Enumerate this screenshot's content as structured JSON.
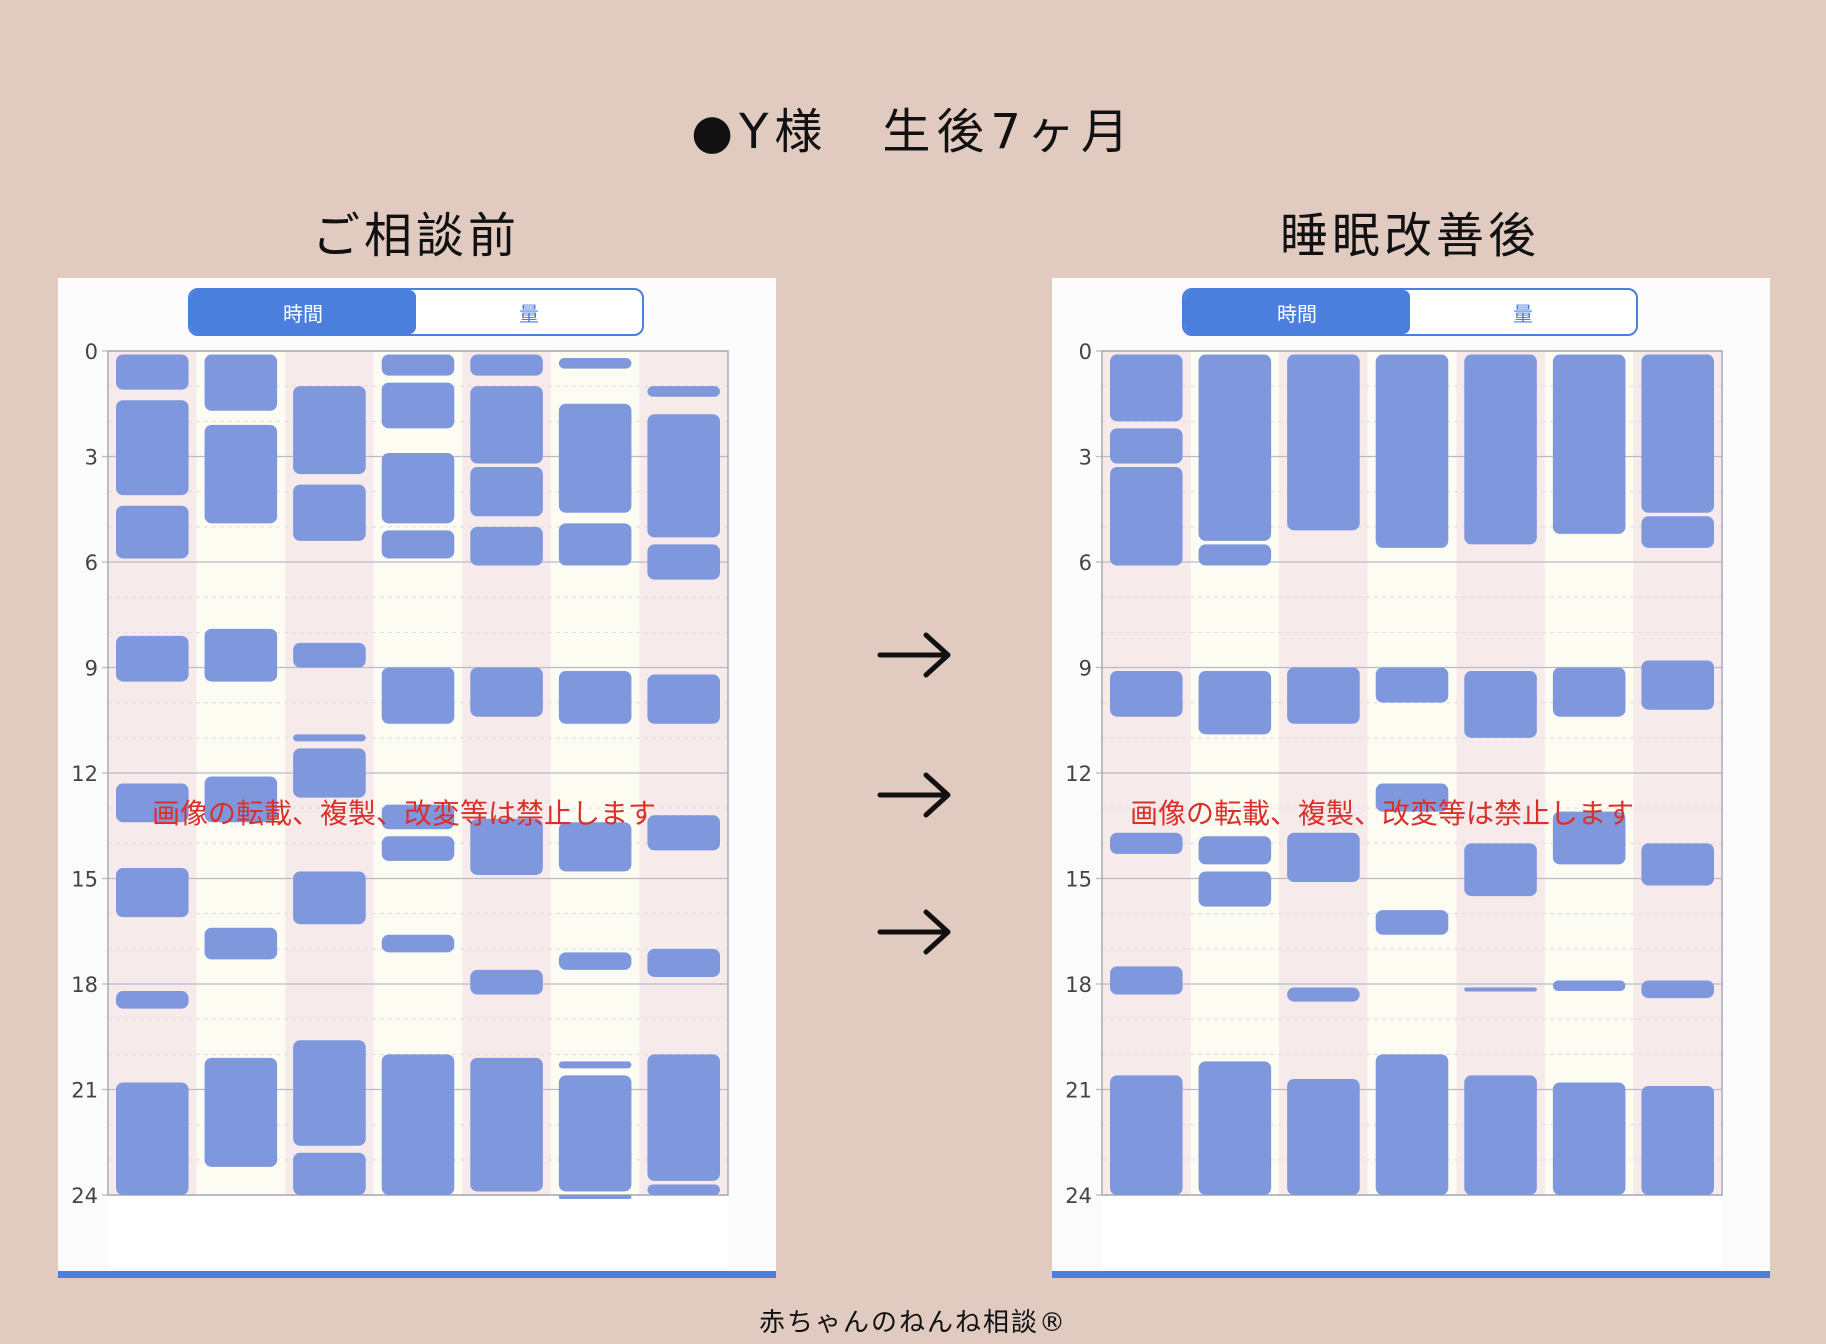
{
  "title": "●Y様　生後7ヶ月",
  "panels": {
    "before": {
      "heading": "ご相談前",
      "toggle": {
        "active": "時間",
        "inactive": "量"
      },
      "watermark": "画像の転載、複製、改変等は禁止します"
    },
    "after": {
      "heading": "睡眠改善後",
      "toggle": {
        "active": "時間",
        "inactive": "量"
      },
      "watermark": "画像の転載、複製、改変等は禁止します"
    }
  },
  "footer": "赤ちゃんのねんね相談®",
  "colors": {
    "background": "#e1cbc1",
    "sleep_block": "#7f97dc",
    "stripe_pink": "#f7eaea",
    "stripe_cream": "#fdfcf3",
    "accent": "#4a7fdd",
    "watermark": "#d9302a"
  },
  "chart_data": [
    {
      "type": "bar",
      "name_ref": "ご相談前",
      "y_axis": {
        "min": 0,
        "max": 24,
        "ticks": [
          0,
          3,
          6,
          9,
          12,
          15,
          18,
          21,
          24
        ],
        "reversed": true
      },
      "days": [
        [
          [
            0.1,
            1.1
          ],
          [
            1.4,
            4.1
          ],
          [
            4.4,
            5.9
          ],
          [
            8.1,
            9.4
          ],
          [
            12.3,
            13.4
          ],
          [
            14.7,
            16.1
          ],
          [
            18.2,
            18.7
          ],
          [
            20.8,
            24
          ]
        ],
        [
          [
            0.1,
            1.7
          ],
          [
            2.1,
            4.9
          ],
          [
            7.9,
            9.4
          ],
          [
            12.1,
            13.4
          ],
          [
            16.4,
            17.3
          ],
          [
            20.1,
            23.2
          ]
        ],
        [
          [
            1.0,
            3.5
          ],
          [
            3.8,
            5.4
          ],
          [
            8.3,
            9.0
          ],
          [
            10.9,
            11.1
          ],
          [
            11.3,
            12.7
          ],
          [
            14.8,
            16.3
          ],
          [
            19.6,
            22.6
          ],
          [
            22.8,
            24
          ]
        ],
        [
          [
            0.1,
            0.7
          ],
          [
            0.9,
            2.2
          ],
          [
            2.9,
            4.9
          ],
          [
            5.1,
            5.9
          ],
          [
            9.0,
            10.6
          ],
          [
            12.9,
            13.6
          ],
          [
            13.8,
            14.5
          ],
          [
            16.6,
            17.1
          ],
          [
            20.0,
            24
          ]
        ],
        [
          [
            0.1,
            0.7
          ],
          [
            1.0,
            3.2
          ],
          [
            3.3,
            4.7
          ],
          [
            5.0,
            6.1
          ],
          [
            9.0,
            10.4
          ],
          [
            13.3,
            14.9
          ],
          [
            17.6,
            18.3
          ],
          [
            20.1,
            23.9
          ]
        ],
        [
          [
            0.2,
            0.5
          ],
          [
            1.5,
            4.6
          ],
          [
            4.9,
            6.1
          ],
          [
            9.1,
            10.6
          ],
          [
            13.4,
            14.8
          ],
          [
            17.1,
            17.6
          ],
          [
            20.2,
            20.4
          ],
          [
            20.6,
            23.9
          ],
          [
            24.0,
            24.1
          ]
        ],
        [
          [
            1.0,
            1.3
          ],
          [
            1.8,
            5.3
          ],
          [
            5.5,
            6.5
          ],
          [
            9.2,
            10.6
          ],
          [
            13.2,
            14.2
          ],
          [
            17.0,
            17.8
          ],
          [
            20.0,
            23.6
          ],
          [
            23.7,
            24
          ]
        ]
      ]
    },
    {
      "type": "bar",
      "name_ref": "睡眠改善後",
      "y_axis": {
        "min": 0,
        "max": 24,
        "ticks": [
          0,
          3,
          6,
          9,
          12,
          15,
          18,
          21,
          24
        ],
        "reversed": true
      },
      "days": [
        [
          [
            0.1,
            2.0
          ],
          [
            2.2,
            3.2
          ],
          [
            3.3,
            6.1
          ],
          [
            9.1,
            10.4
          ],
          [
            13.7,
            14.3
          ],
          [
            17.5,
            18.3
          ],
          [
            20.6,
            24
          ]
        ],
        [
          [
            0.1,
            5.4
          ],
          [
            5.5,
            6.1
          ],
          [
            9.1,
            10.9
          ],
          [
            13.8,
            14.6
          ],
          [
            14.8,
            15.8
          ],
          [
            20.2,
            24
          ]
        ],
        [
          [
            0.1,
            5.1
          ],
          [
            9.0,
            10.6
          ],
          [
            13.7,
            15.1
          ],
          [
            18.1,
            18.5
          ],
          [
            20.7,
            24
          ]
        ],
        [
          [
            0.1,
            5.6
          ],
          [
            9.0,
            10.0
          ],
          [
            12.3,
            13.1
          ],
          [
            15.9,
            16.6
          ],
          [
            20.0,
            24
          ]
        ],
        [
          [
            0.1,
            5.5
          ],
          [
            9.1,
            11.0
          ],
          [
            14.0,
            15.5
          ],
          [
            18.1,
            18.2
          ],
          [
            20.6,
            24
          ]
        ],
        [
          [
            0.1,
            5.2
          ],
          [
            9.0,
            10.4
          ],
          [
            13.1,
            14.6
          ],
          [
            17.9,
            18.2
          ],
          [
            20.8,
            24
          ]
        ],
        [
          [
            0.1,
            4.6
          ],
          [
            4.7,
            5.6
          ],
          [
            8.8,
            10.2
          ],
          [
            14.0,
            15.2
          ],
          [
            17.9,
            18.4
          ],
          [
            20.9,
            24
          ]
        ]
      ]
    }
  ]
}
